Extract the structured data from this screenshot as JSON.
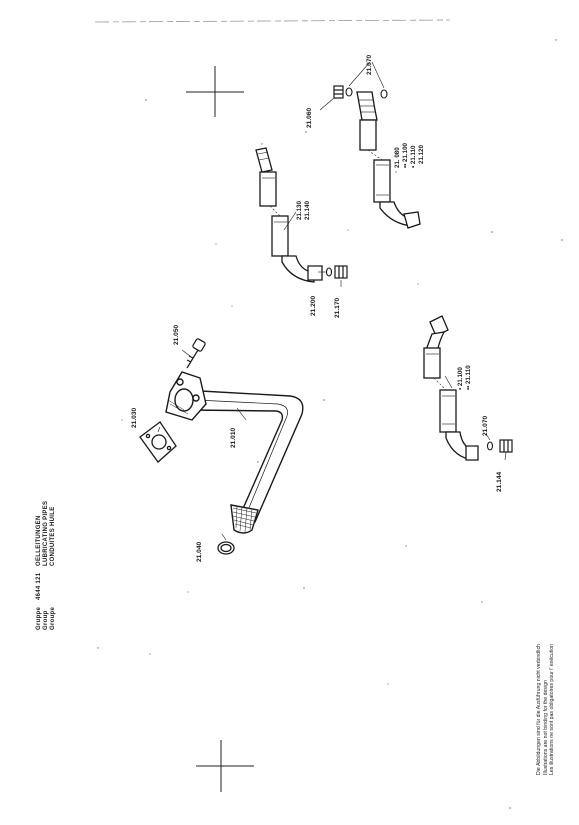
{
  "header": {
    "rows": [
      {
        "label": "Gruppe",
        "code": "4644 121",
        "title": "OELLEITUNGEN"
      },
      {
        "label": "Group",
        "code": "",
        "title": "LUBRICATING PIPES"
      },
      {
        "label": "Groupe",
        "code": "",
        "title": "CONDUITES HUILE"
      }
    ]
  },
  "disclaimer": {
    "lines": [
      "Die Abbildungen sind für die Ausführung nicht verbindlich",
      "Illustrations are not binding for the design",
      "Les illustrations ne sont pas obligatoires pour l' exécution"
    ]
  },
  "parts": {
    "p21030": "21.030",
    "p21010": "21.010",
    "p21040": "21.040",
    "p21050": "21.050",
    "p21060": "21.060",
    "p21070a": "21.070",
    "p21080": "21. 080",
    "p21100a": "•• 21.100",
    "p21110a": "• 21.110",
    "p21120": "21.120",
    "p21130": "21.130",
    "p21140": "21.140",
    "p21200": "21.200",
    "p21170": "21.170",
    "p21100b": "• 21.100",
    "p21110b": "•• 21.110",
    "p21070b": "21.070",
    "p21144": "21.144"
  }
}
